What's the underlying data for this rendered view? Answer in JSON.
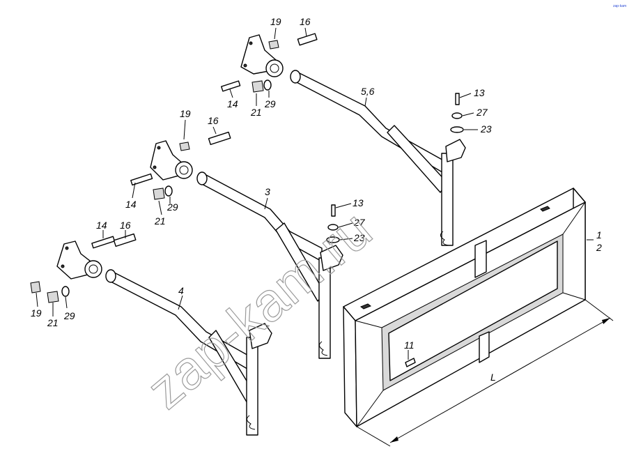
{
  "watermark": "zap-kam.ru",
  "corner_mark": "zap-kam",
  "callouts": {
    "c19a": "19",
    "c16a": "16",
    "c14a": "14",
    "c21a": "21",
    "c29a": "29",
    "c56": "5,6",
    "c13a": "13",
    "c27a": "27",
    "c23a": "23",
    "c19b": "19",
    "c16b": "16",
    "c14b": "14",
    "c21b": "21",
    "c29b": "29",
    "c3": "3",
    "c13b": "13",
    "c27b": "27",
    "c23b": "23",
    "c14c": "14",
    "c16c": "16",
    "c19c": "19",
    "c21c": "21",
    "c29c": "29",
    "c4": "4",
    "c1": "1",
    "c2": "2",
    "c11": "11",
    "cL": "L"
  }
}
